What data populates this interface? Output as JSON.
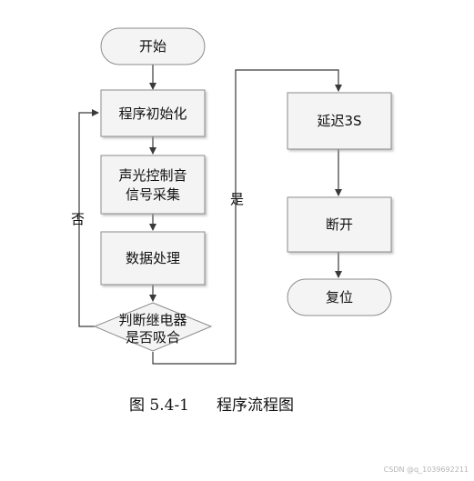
{
  "flowchart": {
    "nodes": {
      "start": "开始",
      "init": "程序初始化",
      "acquire_line1": "声光控制音",
      "acquire_line2": "信号采集",
      "process": "数据处理",
      "decision_line1": "判断继电器",
      "decision_line2": "是否吸合",
      "delay": "延迟3S",
      "disconnect": "断开",
      "reset": "复位"
    },
    "edge_labels": {
      "yes": "是",
      "no": "否"
    }
  },
  "caption": {
    "number": "图 5.4-1",
    "title": "程序流程图"
  },
  "watermark": "CSDN @q_1039692211",
  "colors": {
    "box_fill": "#f4f4f4",
    "box_stroke": "#8c8c8c",
    "line": "#3a3a3a",
    "text": "#111111"
  }
}
